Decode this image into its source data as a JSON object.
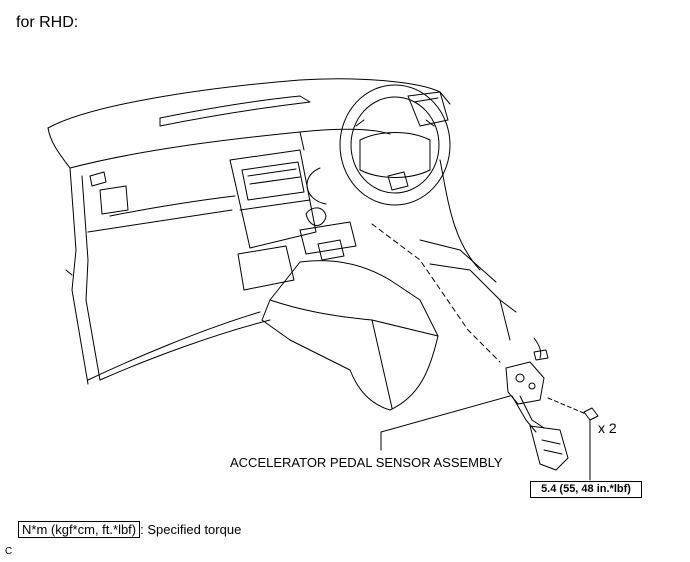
{
  "heading": "for RHD:",
  "callouts": {
    "part_name": "ACCELERATOR PEDAL SENSOR ASSEMBLY",
    "quantity": "x 2",
    "torque_value": "5.4 (55, 48 in.*lbf)"
  },
  "legend": {
    "unit_box": "N*m (kgf*cm, ft.*lbf)",
    "description": ": Specified torque"
  },
  "illustration_code": "C",
  "icons": {
    "dashboard": "dashboard-line-drawing",
    "pedal": "accelerator-pedal-drawing",
    "bolt": "bolt-drawing",
    "connector": "connector-drawing"
  }
}
